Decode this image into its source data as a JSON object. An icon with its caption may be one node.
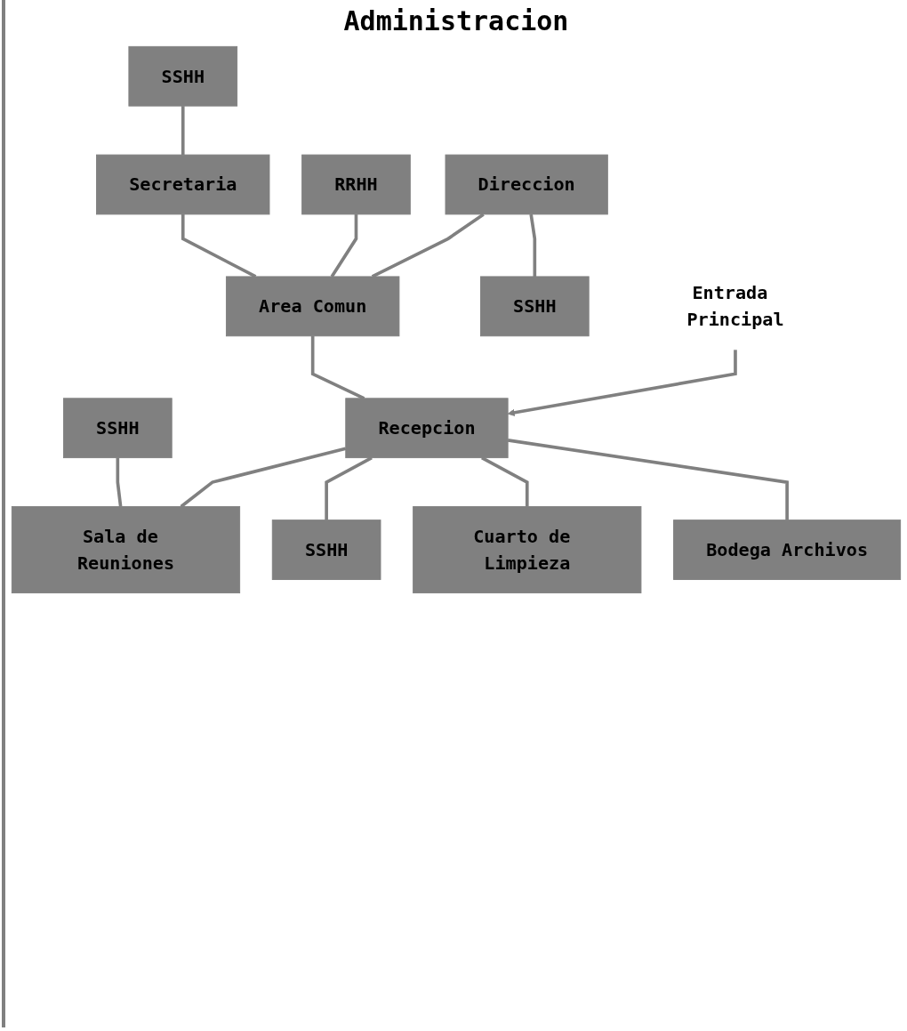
{
  "diagram": {
    "title": "Administracion",
    "nodes": [
      {
        "text": [
          "SSHH"
        ]
      },
      {
        "text": [
          "Secretaria"
        ]
      },
      {
        "text": [
          "RRHH"
        ]
      },
      {
        "text": [
          "SSHH"
        ]
      },
      {
        "text": [
          "Area Comun"
        ]
      },
      {
        "text": [
          "Direccion"
        ]
      },
      {
        "text": [
          "Sala de Reuniones"
        ]
      },
      {
        "text": [
          "SSHH"
        ]
      },
      {
        "text": [
          "SSHH"
        ]
      },
      {
        "text": [
          "Cuarto de Limpieza"
        ]
      },
      {
        "text": [
          "Recepcion"
        ]
      },
      {
        "text": [
          "Bodega Archivos"
        ]
      },
      {
        "text": [
          "Entrada Principal"
        ]
      }
    ],
    "edges": [
      {
        "from": 0,
        "to": 1,
        "arrow": "none"
      },
      {
        "from": 1,
        "to": 4,
        "arrow": "none"
      },
      {
        "from": 2,
        "to": 4,
        "arrow": "none"
      },
      {
        "from": 3,
        "to": 6,
        "arrow": "none"
      },
      {
        "from": 5,
        "to": 4,
        "arrow": "none"
      },
      {
        "from": 5,
        "to": 8,
        "arrow": "none"
      },
      {
        "from": 4,
        "to": 10,
        "arrow": "none"
      },
      {
        "from": 10,
        "to": 6,
        "arrow": "none"
      },
      {
        "from": 10,
        "to": 7,
        "arrow": "none"
      },
      {
        "from": 10,
        "to": 9,
        "arrow": "none"
      },
      {
        "from": 10,
        "to": 11,
        "arrow": "none"
      },
      {
        "from": 12,
        "to": 10,
        "arrow": "to"
      }
    ]
  }
}
